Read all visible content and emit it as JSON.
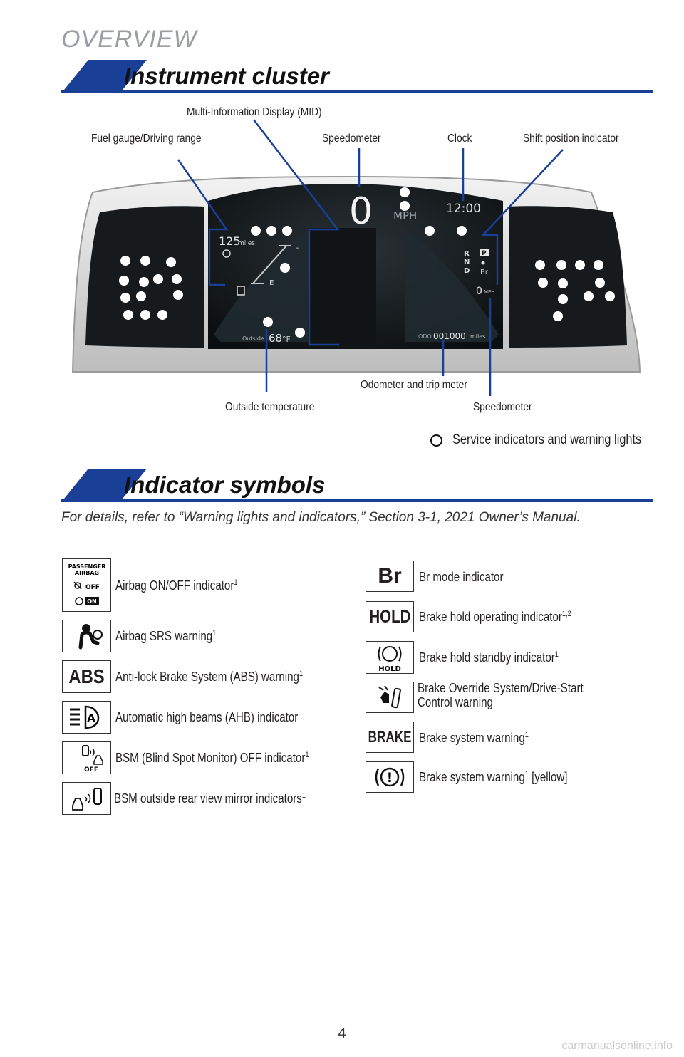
{
  "page": {
    "overview": "OVERVIEW",
    "page_number": "4",
    "watermark": "carmanualsonline.info"
  },
  "cluster_section": {
    "title": "Instrument cluster",
    "callouts": {
      "mid": "Multi-Information Display (MID)",
      "fuel": "Fuel gauge/Driving range",
      "speedometer_top": "Speedometer",
      "clock": "Clock",
      "shift": "Shift position indicator",
      "odometer": "Odometer and trip meter",
      "outside_temp": "Outside temperature",
      "speedometer_bottom": "Speedometer"
    },
    "legend": "Service indicators and warning lights",
    "display": {
      "speed": "0",
      "speed_unit": "MPH",
      "clock": "12:00",
      "range": "125",
      "range_unit": "miles",
      "fuel_full": "F",
      "fuel_empty": "E",
      "outside_label": "Outside",
      "outside_temp": "68",
      "temp_unit": "°F",
      "odo_label": "ODO",
      "odo_value": "001000",
      "odo_unit": "miles",
      "small_speed": "0",
      "small_speed_unit": "MPH",
      "gear_r": "R",
      "gear_n": "N",
      "gear_d": "D",
      "gear_p": "P",
      "gear_br": "Br"
    }
  },
  "indicator_section": {
    "title": "Indicator symbols",
    "note": "For details, refer to “Warning lights and indicators,” Section 3-1, 2021 Owner’s Manual.",
    "left": [
      {
        "label": "Airbag ON/OFF indicator",
        "sup": "1",
        "icon": "passenger-airbag-icon",
        "icon_text1": "PASSENGER",
        "icon_text2": "AIRBAG",
        "icon_text3": "OFF",
        "icon_text4": "ON"
      },
      {
        "label": "Airbag SRS warning",
        "sup": "1",
        "icon": "airbag-srs-icon"
      },
      {
        "label": "Anti-lock Brake System (ABS) warning",
        "sup": "1",
        "icon": "abs-icon",
        "icon_text": "ABS"
      },
      {
        "label": "Automatic high beams (AHB) indicator",
        "sup": "",
        "icon": "ahb-icon",
        "icon_text": "A"
      },
      {
        "label": "BSM (Blind Spot Monitor) OFF indicator",
        "sup": "1",
        "icon": "bsm-off-icon",
        "icon_text": "OFF"
      },
      {
        "label": "BSM outside rear view mirror indicators",
        "sup": "1",
        "icon": "bsm-mirror-icon"
      }
    ],
    "right": [
      {
        "label": "Br mode indicator",
        "sup": "",
        "icon": "br-mode-icon",
        "icon_text": "Br"
      },
      {
        "label": "Brake hold operating indicator",
        "sup": "1,2",
        "icon": "hold-icon",
        "icon_text": "HOLD"
      },
      {
        "label": "Brake hold standby indicator",
        "sup": "1",
        "icon": "brake-hold-standby-icon",
        "icon_text": "HOLD"
      },
      {
        "label": "Brake Override System/Drive-Start",
        "label2": "Control warning",
        "sup": "",
        "icon": "brake-override-icon"
      },
      {
        "label": "Brake system warning",
        "sup": "1",
        "icon": "brake-text-icon",
        "icon_text": "BRAKE"
      },
      {
        "label": "Brake system warning",
        "sup": "1",
        "suffix": " [yellow]",
        "icon": "brake-exclamation-icon",
        "icon_text": "!"
      }
    ]
  }
}
